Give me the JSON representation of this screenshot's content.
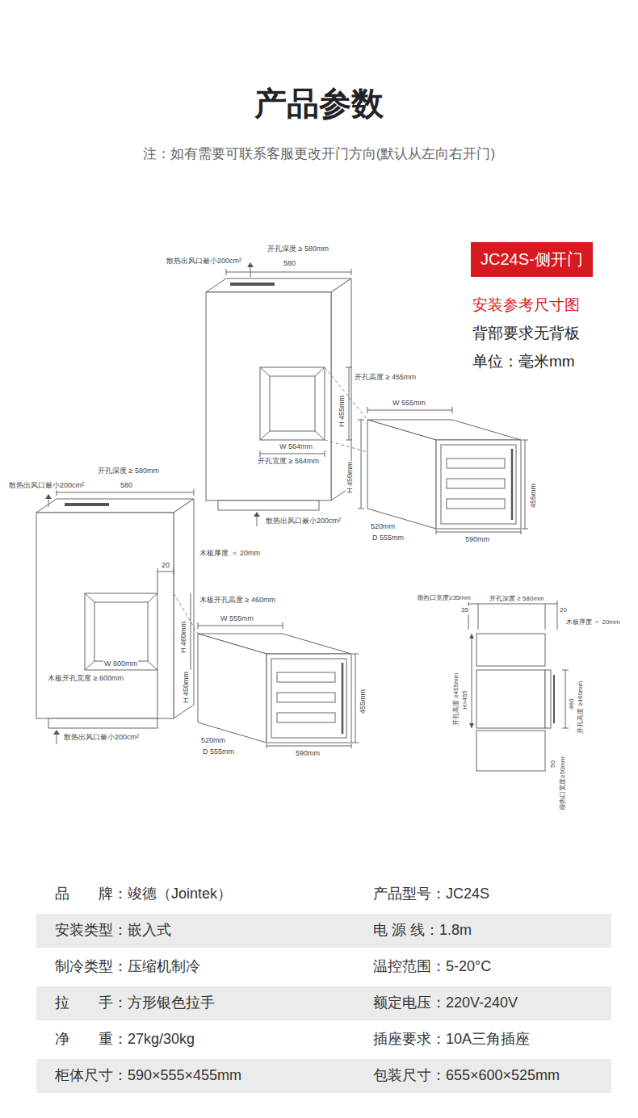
{
  "diagram": {
    "title": "产品参数",
    "nodes": [
      {
        "text": [
          "JC24S-侧开门"
        ]
      },
      {
        "text": [
          "安装类型：嵌入式",
          "电 源 线：1.8m"
        ]
      },
      {
        "text": [
          "拉　　手：方形银色拉手",
          "额定电压：220V-240V"
        ]
      },
      {
        "text": [
          "柜体尺寸：590×555×455mm",
          "包装尺寸：655×600×525mm"
        ]
      }
    ],
    "labels": [
      "注：如有需要可联系客服更改开门方向(默认从左向右开门)",
      "安装参考尺寸图",
      "背部要求无背板",
      "单位：毫米mm",
      "散热出风口最小200cm²",
      "开孔深度 ≥ 580mm",
      "580",
      "开孔高度 ≥ 455mm",
      "H 455mm",
      "W 555mm",
      "W 564mm",
      "开孔宽度 ≥ 564mm",
      "H 450mm",
      "455mm",
      "520mm",
      "D 555mm",
      "590mm",
      "散热出风口最小200cm²",
      "散热出风口最小200cm²",
      "开孔深度 ≥ 580mm",
      "580",
      "木板厚度 ＜ 20mm",
      "20",
      "H 460mm",
      "木板开孔高度 ≥ 460mm",
      "W 555mm",
      "W 600mm",
      "木板开孔宽度 ≥ 600mm",
      "H 450mm",
      "455mm",
      "520mm",
      "D 555mm",
      "590mm",
      "散热出风口最小200cm²",
      "开孔深度 ≥ 580mm",
      "35",
      "20",
      "扇热口宽度≥35mm",
      "木板厚度 ＜ 20mm",
      "开孔高度 ≥455mm",
      "H>455",
      "460",
      "开孔高度 ≥460mm",
      "50",
      "扇热口宽度≥50mm",
      "品　　牌：竣德（Jointek）",
      "产品型号：JC24S",
      "制冷类型：压缩机制冷",
      "温控范围：5-20°C",
      "净　　重：27kg/30kg",
      "插座要求：10A三角插座"
    ]
  }
}
